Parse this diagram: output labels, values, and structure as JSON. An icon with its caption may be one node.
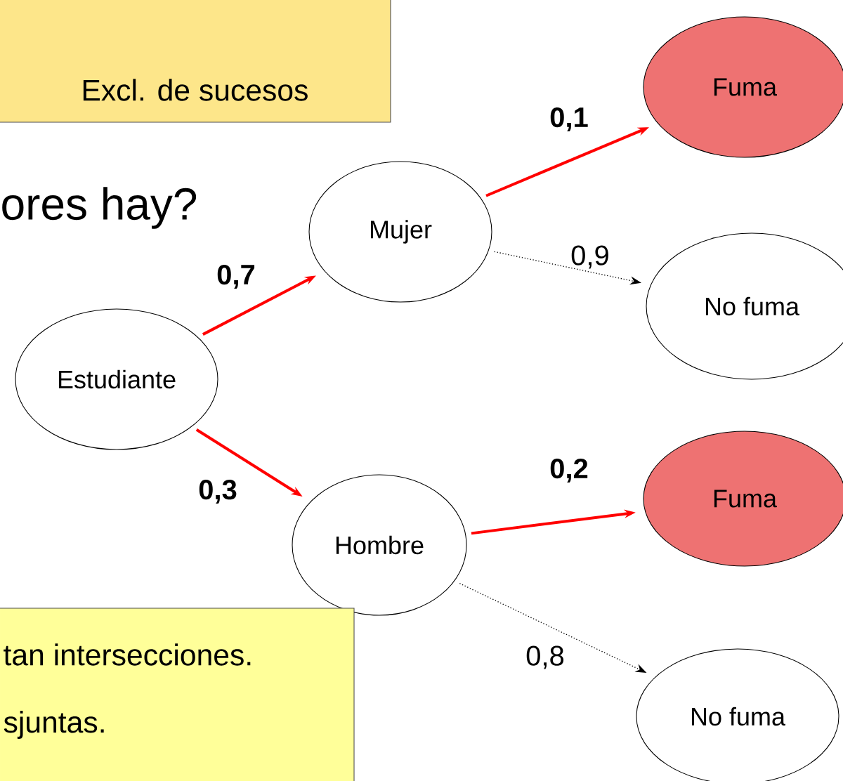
{
  "diagram": {
    "title": "ores hay?",
    "nodes": [
      {
        "text": [
          "Excl. de sucesos"
        ]
      },
      {
        "text": [
          "Estudiante"
        ]
      },
      {
        "text": [
          "Mujer"
        ]
      },
      {
        "text": [
          "Fuma"
        ]
      },
      {
        "text": [
          "No fuma"
        ]
      },
      {
        "text": [
          "Hombre"
        ]
      },
      {
        "text": [
          "Fuma"
        ]
      },
      {
        "text": [
          "No fuma"
        ]
      },
      {
        "text": [
          "tan intersecciones.",
          "sjuntas."
        ]
      }
    ],
    "edges": [
      {
        "from": 1,
        "to": 2,
        "arrow": "to",
        "label": "0,7"
      },
      {
        "from": 1,
        "to": 5,
        "arrow": "to",
        "label": "0,3"
      },
      {
        "from": 2,
        "to": 3,
        "arrow": "to",
        "label": "0,1"
      },
      {
        "from": 2,
        "to": 4,
        "arrow": "to",
        "label": "0,9",
        "style": "dashed",
        "color": "#000000"
      },
      {
        "from": 5,
        "to": 6,
        "arrow": "to",
        "label": "0,2"
      },
      {
        "from": 5,
        "to": 7,
        "arrow": "to",
        "label": "0,8",
        "style": "dashed",
        "color": "#000000"
      }
    ]
  }
}
